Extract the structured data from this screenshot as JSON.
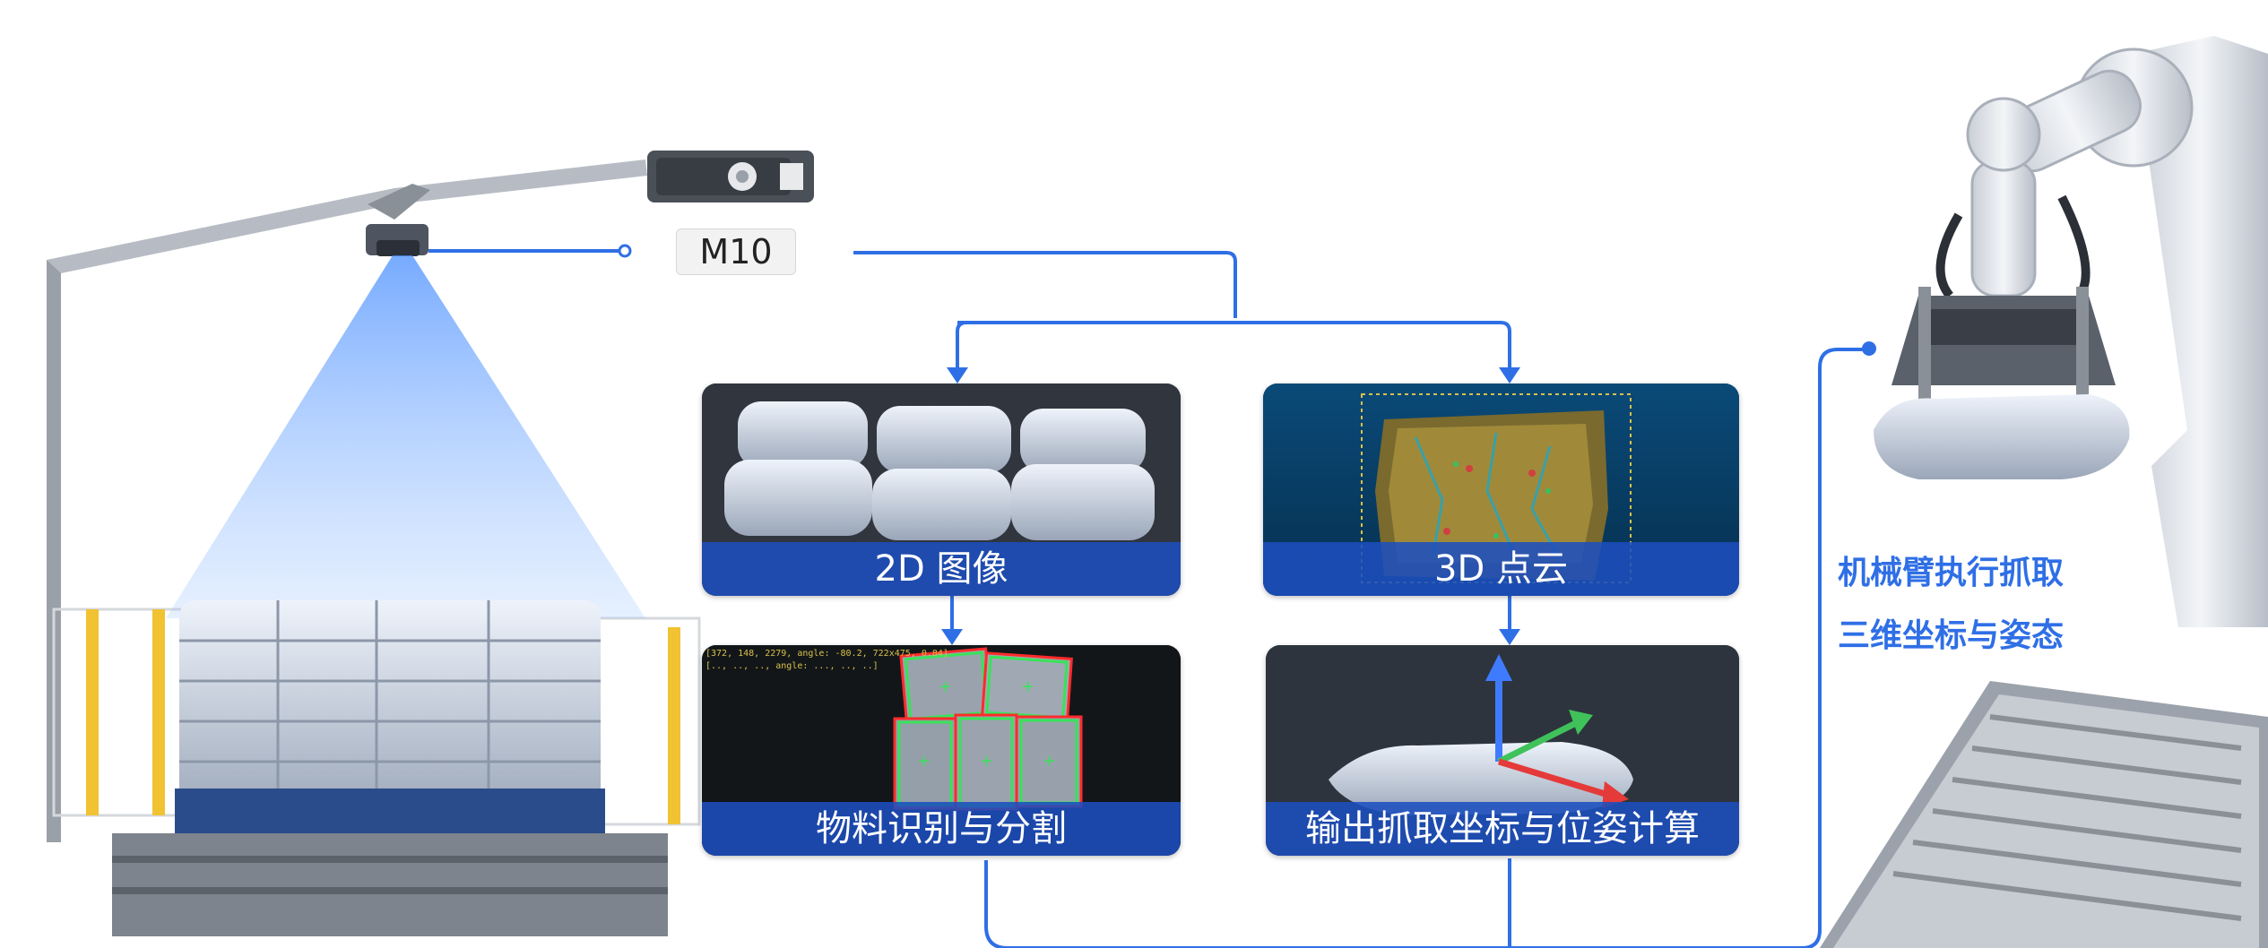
{
  "camera": {
    "model_label": "M10"
  },
  "panels": {
    "image_2d": {
      "caption": "2D 图像"
    },
    "point_cloud_3d": {
      "caption": "3D 点云"
    },
    "segmentation": {
      "caption": "物料识别与分割",
      "overlay_text_1": "[372, 148, 2279, angle: -80.2, 722x475, 0.84]",
      "overlay_text_2": "[.., .., .., angle: ..., .., ..]"
    },
    "pose": {
      "caption": "输出抓取坐标与位姿计算"
    }
  },
  "robot": {
    "line1": "机械臂执行抓取",
    "line2": "三维坐标与姿态"
  },
  "colors": {
    "flow_line": "#2f6fe6",
    "caption_bg": "#1c4ebe",
    "side_text": "#2f6fe6"
  }
}
